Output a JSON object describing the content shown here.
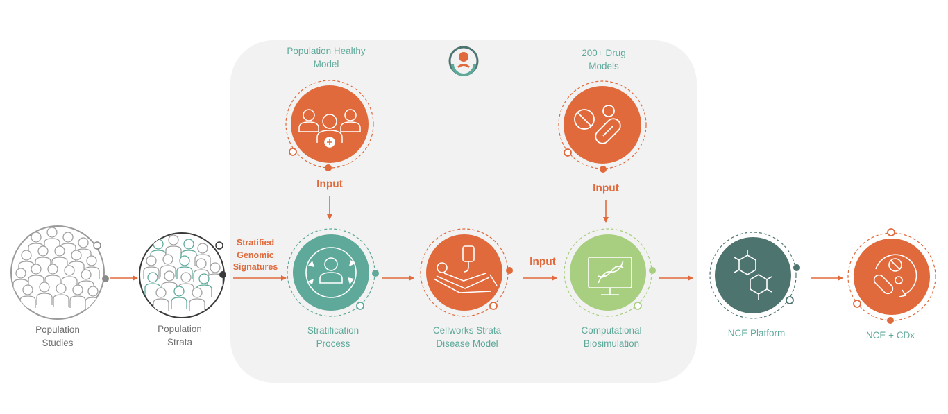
{
  "labels": {
    "population_studies": "Population\nStudies",
    "population_strata": "Population\nStrata",
    "stratified_signatures": "Stratified\nGenomic\nSignatures",
    "population_healthy_model": "Population Healthy\nModel",
    "drug_models": "200+ Drug\nModels",
    "input_top_left": "Input",
    "input_top_right": "Input",
    "input_middle": "Input",
    "stratification_process": "Stratification\nProcess",
    "cellworks_model": "Cellworks Strata\nDisease Model",
    "computational_biosimulation": "Computational\nBiosimulation",
    "nce_platform": "NCE Platform",
    "nce_cdx": "NCE + CDx"
  },
  "icons": {
    "population_studies": "crowd-icon",
    "population_strata": "stratified-crowd-icon",
    "healthy_model": "healthy-people-icon",
    "drug_models": "pills-icon",
    "stratification": "person-cycle-icon",
    "disease_model": "patient-bed-iv-icon",
    "biosimulation": "dna-monitor-icon",
    "nce_platform": "molecule-icon",
    "nce_cdx": "pill-refresh-icon",
    "logo": "cellworks-logo-icon"
  },
  "colors": {
    "orange": "#e06a3c",
    "teal": "#5ea99a",
    "green": "#a8cf7f",
    "dark_teal": "#4e7470",
    "gray": "#8a8a8a",
    "panel": "#f2f2f2"
  }
}
